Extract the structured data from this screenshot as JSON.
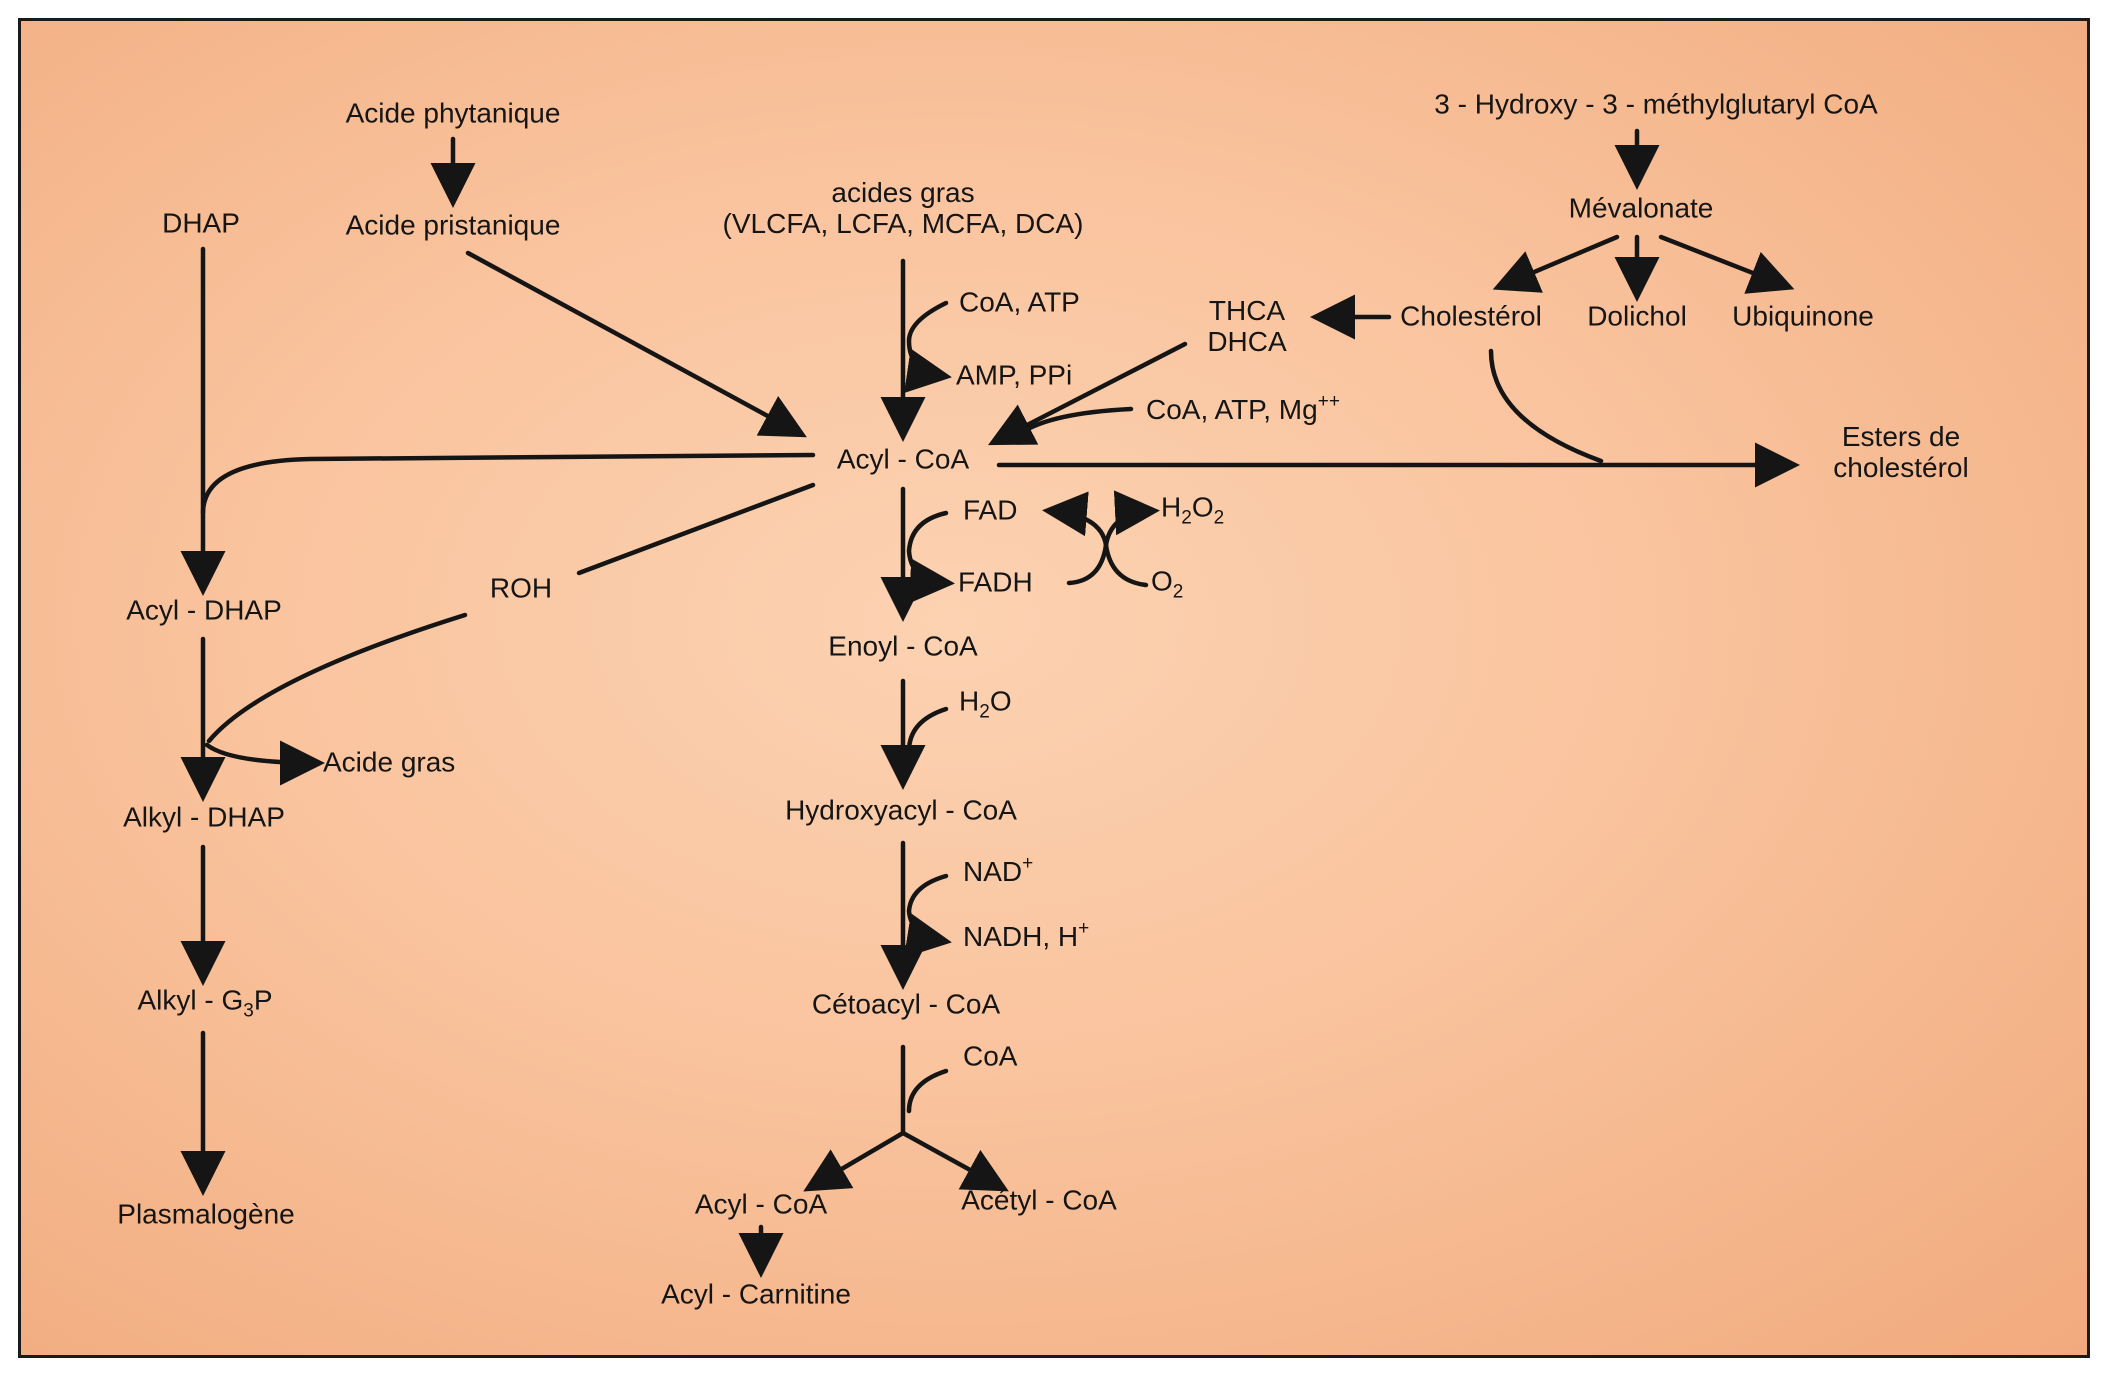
{
  "nodes": {
    "acide_phytanique": "Acide phytanique",
    "acide_pristanique": "Acide pristanique",
    "dhap": "DHAP",
    "acides_gras_1": "acides gras",
    "acides_gras_2": "(VLCFA, LCFA, MCFA, DCA)",
    "hmg_coa": "3 - Hydroxy - 3 - méthylglutaryl CoA",
    "mevalonate": "Mévalonate",
    "cholesterol": "Cholestérol",
    "dolichol": "Dolichol",
    "ubiquinone": "Ubiquinone",
    "thca": "THCA",
    "dhca": "DHCA",
    "esters_1": "Esters de",
    "esters_2": "cholestérol",
    "coa_atp": "CoA, ATP",
    "amp_ppi": "AMP, PPi",
    "coa_atp_mg": "CoA, ATP, Mg",
    "coa_atp_mg_sup": "++",
    "acyl_coa": "Acyl - CoA",
    "fad": "FAD",
    "fadh": "FADH",
    "h2o2_h": "H",
    "h2o2_2a": "2",
    "h2o2_o": "O",
    "h2o2_2b": "2",
    "o2_o": "O",
    "o2_2": "2",
    "enoyl_coa": "Enoyl - CoA",
    "h2o_h": "H",
    "h2o_2": "2",
    "h2o_o": "O",
    "hydroxyacyl_coa": "Hydroxyacyl - CoA",
    "nad": "NAD",
    "nad_sup": "+",
    "nadh": "NADH, H",
    "nadh_sup": "+",
    "cetoacyl_coa": "Cétoacyl - CoA",
    "coa": "CoA",
    "acyl_coa_2": "Acyl - CoA",
    "acetyl_coa": "Acétyl - CoA",
    "acyl_carnitine": "Acyl - Carnitine",
    "acyl_dhap": "Acyl - DHAP",
    "roh": "ROH",
    "acide_gras": "Acide gras",
    "alkyl_dhap": "Alkyl - DHAP",
    "alkyl_g3p_a": "Alkyl - G",
    "alkyl_g3p_sub": "3",
    "alkyl_g3p_b": "P",
    "plasmalogene": "Plasmalogène"
  },
  "colors": {
    "background": "#f9c39d",
    "ink": "#151515"
  }
}
